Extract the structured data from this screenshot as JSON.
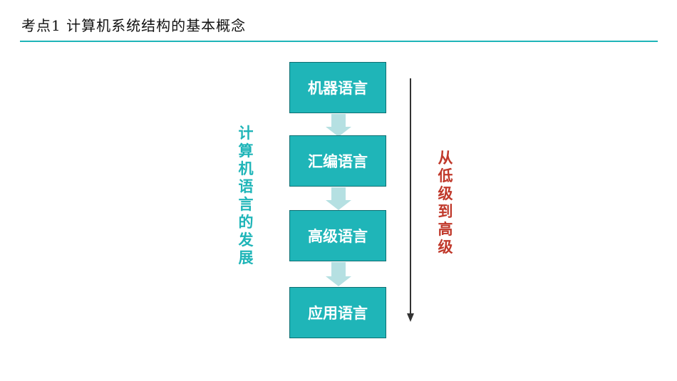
{
  "header": {
    "title": "考点1 计算机系统结构的基本概念"
  },
  "diagram": {
    "boxes": [
      {
        "label": "机器语言"
      },
      {
        "label": "汇编语言"
      },
      {
        "label": "高级语言"
      },
      {
        "label": "应用语言"
      }
    ],
    "left_caption": "计算机语言的发展",
    "right_caption": "从低级到高级"
  },
  "colors": {
    "teal": "#1fb5b8",
    "arrow": "#b5e0e2",
    "red_text": "#c0392b",
    "axis": "#333333"
  }
}
